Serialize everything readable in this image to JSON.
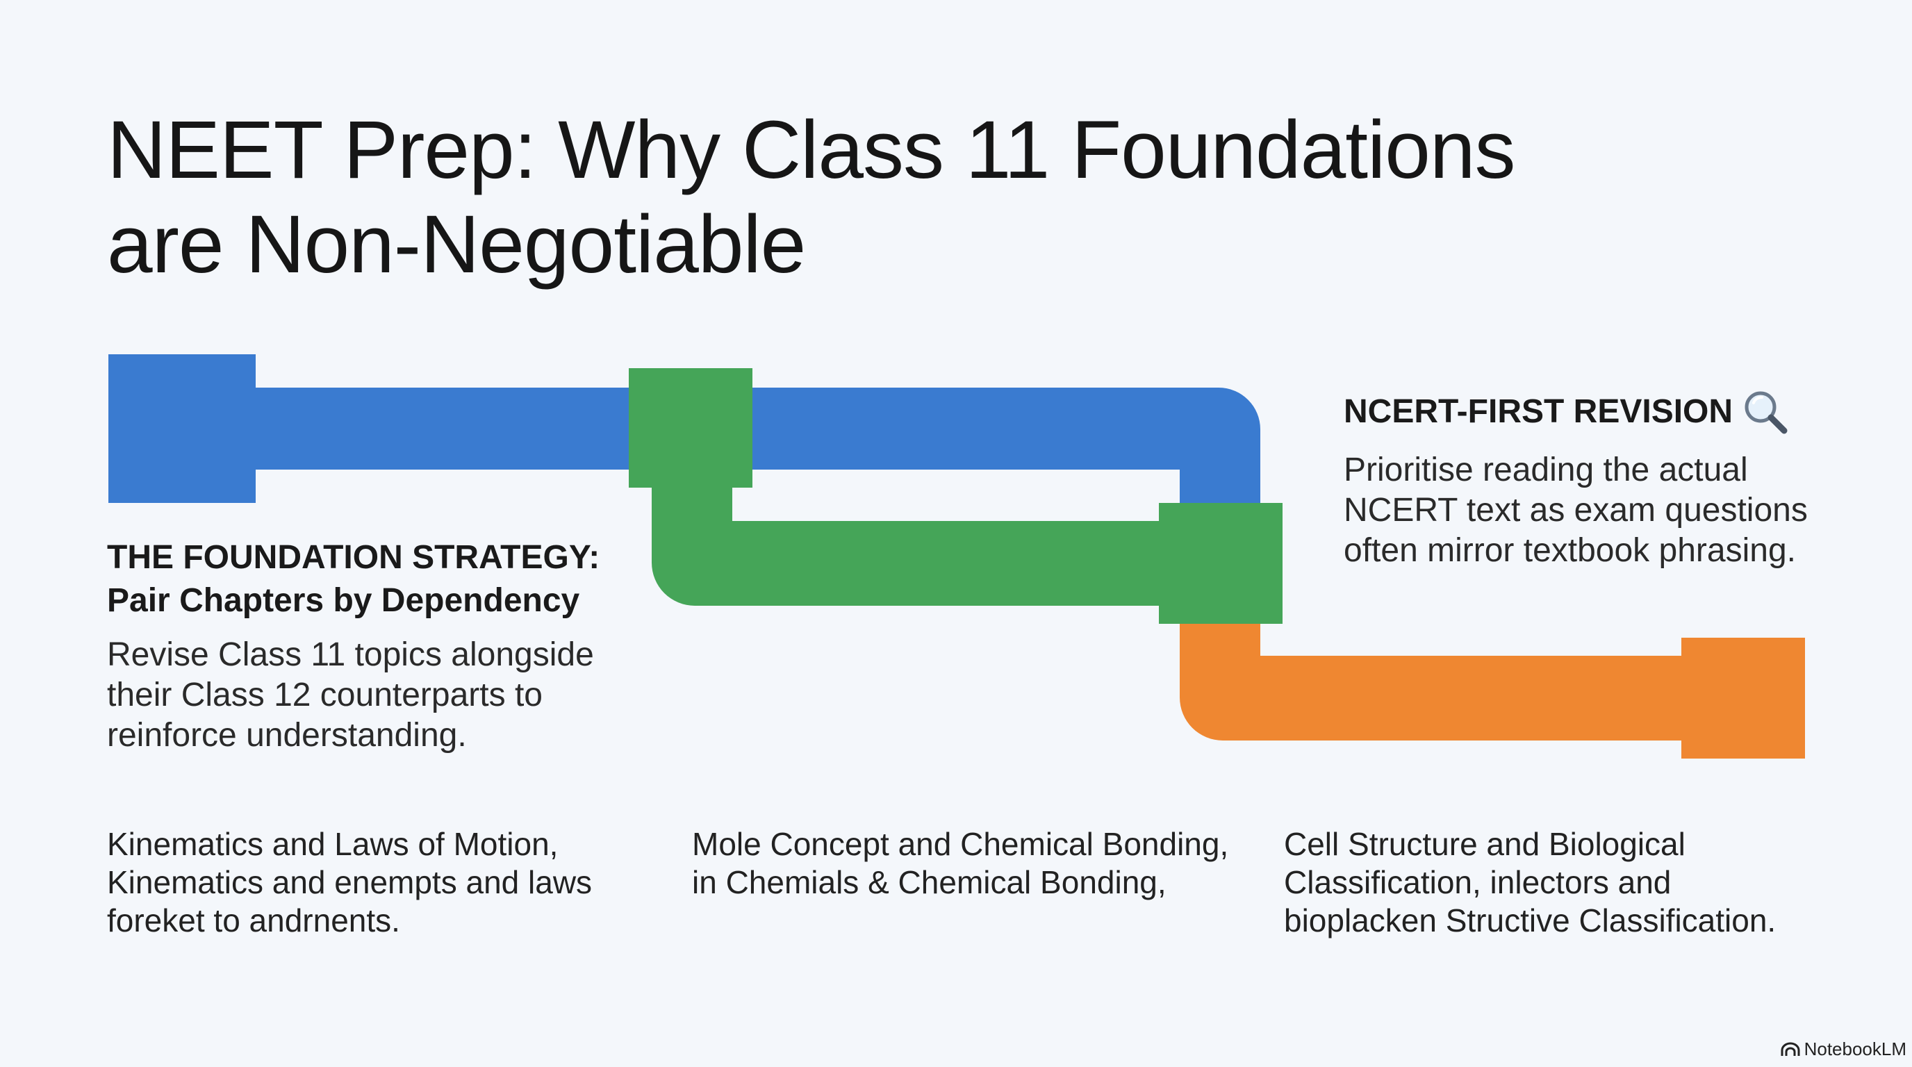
{
  "title": {
    "line1": "NEET Prep: Why Class 11 Foundations",
    "line2": "are  Non-Negotiable"
  },
  "strategy": {
    "heading_line1": "THE FOUNDATION STRATEGY:",
    "heading_line2": "Pair Chapters by Dependency",
    "body": "Revise Class 11 topics alongside their Class 12 counterparts to reinforce understanding."
  },
  "ncert": {
    "heading": "NCERT-FIRST REVISION",
    "icon": "search-icon",
    "body": "Prioritise reading the actual NCERT text as exam questions often mirror textbook phrasing."
  },
  "chapters": [
    {
      "lines": [
        "Kinematics and Laws of Motion,",
        "Kinematics and enempts and laws",
        "foreket to andrnents."
      ]
    },
    {
      "lines": [
        "Mole Concept and Chemical Bonding,",
        "in Chemials & Chemical Bonding,"
      ]
    },
    {
      "lines": [
        "Cell Structure and Biological",
        "Classification, inlectors and",
        "bioplacken Structive Classification."
      ]
    }
  ],
  "brand": {
    "label": "NotebookLM"
  },
  "colors": {
    "blue": "#3a7bd0",
    "green": "#45a558",
    "orange": "#ef8731",
    "background": "#f4f7fb"
  }
}
